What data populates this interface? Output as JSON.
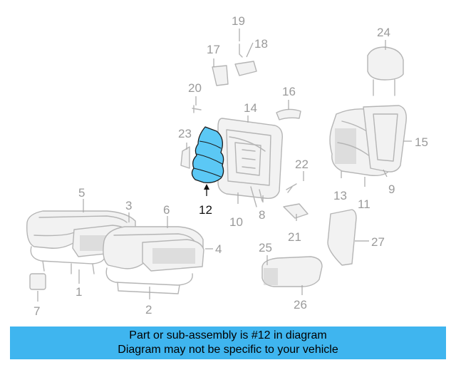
{
  "diagram": {
    "highlighted_part": "12",
    "highlight_color": "#5bc8f5",
    "parts": [
      {
        "number": "1"
      },
      {
        "number": "2"
      },
      {
        "number": "3"
      },
      {
        "number": "4"
      },
      {
        "number": "5"
      },
      {
        "number": "6"
      },
      {
        "number": "7"
      },
      {
        "number": "8"
      },
      {
        "number": "9"
      },
      {
        "number": "10"
      },
      {
        "number": "11"
      },
      {
        "number": "12"
      },
      {
        "number": "13"
      },
      {
        "number": "14"
      },
      {
        "number": "15"
      },
      {
        "number": "16"
      },
      {
        "number": "17"
      },
      {
        "number": "18"
      },
      {
        "number": "19"
      },
      {
        "number": "20"
      },
      {
        "number": "21"
      },
      {
        "number": "22"
      },
      {
        "number": "23"
      },
      {
        "number": "24"
      },
      {
        "number": "25"
      },
      {
        "number": "26"
      },
      {
        "number": "27"
      }
    ]
  },
  "footer": {
    "line1": "Part or sub-assembly is #12 in diagram",
    "line2": "Diagram may not be specific to your vehicle",
    "background": "#3fb5ef"
  }
}
